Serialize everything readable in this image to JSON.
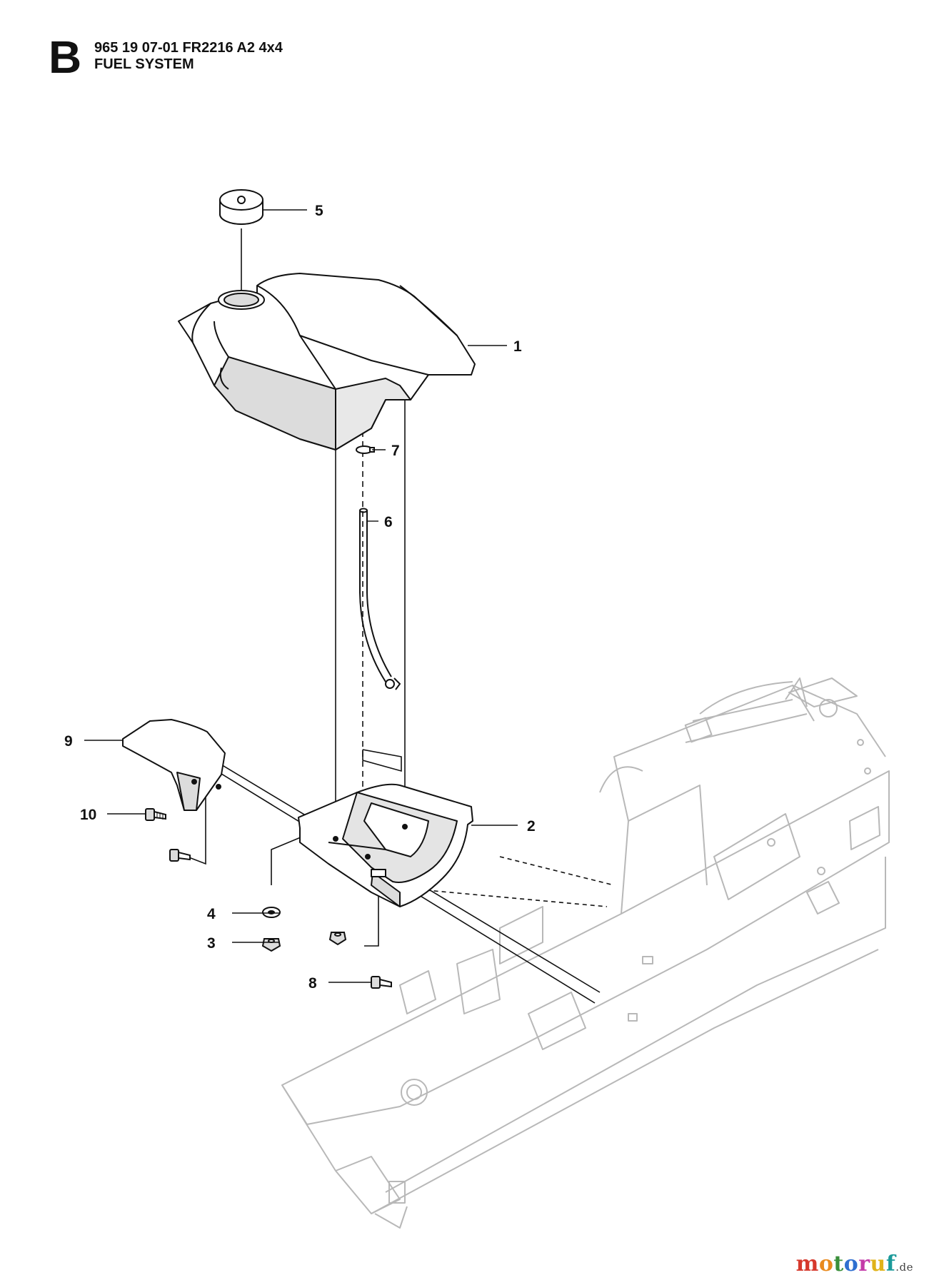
{
  "header": {
    "section_letter": "B",
    "model": "965 19 07-01 FR2216 A2 4x4",
    "title": "FUEL SYSTEM"
  },
  "callouts": [
    {
      "id": "c1",
      "label": "1"
    },
    {
      "id": "c2",
      "label": "2"
    },
    {
      "id": "c3",
      "label": "3"
    },
    {
      "id": "c4",
      "label": "4"
    },
    {
      "id": "c5",
      "label": "5"
    },
    {
      "id": "c6",
      "label": "6"
    },
    {
      "id": "c7",
      "label": "7"
    },
    {
      "id": "c8",
      "label": "8"
    },
    {
      "id": "c9",
      "label": "9"
    },
    {
      "id": "c10",
      "label": "10"
    }
  ],
  "watermark": {
    "letters": [
      "m",
      "o",
      "t",
      "o",
      "r",
      "u",
      "f"
    ],
    "colors": [
      "#d6392d",
      "#e98a1e",
      "#3a8f3a",
      "#2f6fd0",
      "#c33aa8",
      "#e0b31a",
      "#1b9a9a"
    ],
    "tld": ".de"
  },
  "colors": {
    "line": "#111111",
    "frame_gray": "#b8b8b8",
    "tank_shade": "#dcdcdc"
  }
}
